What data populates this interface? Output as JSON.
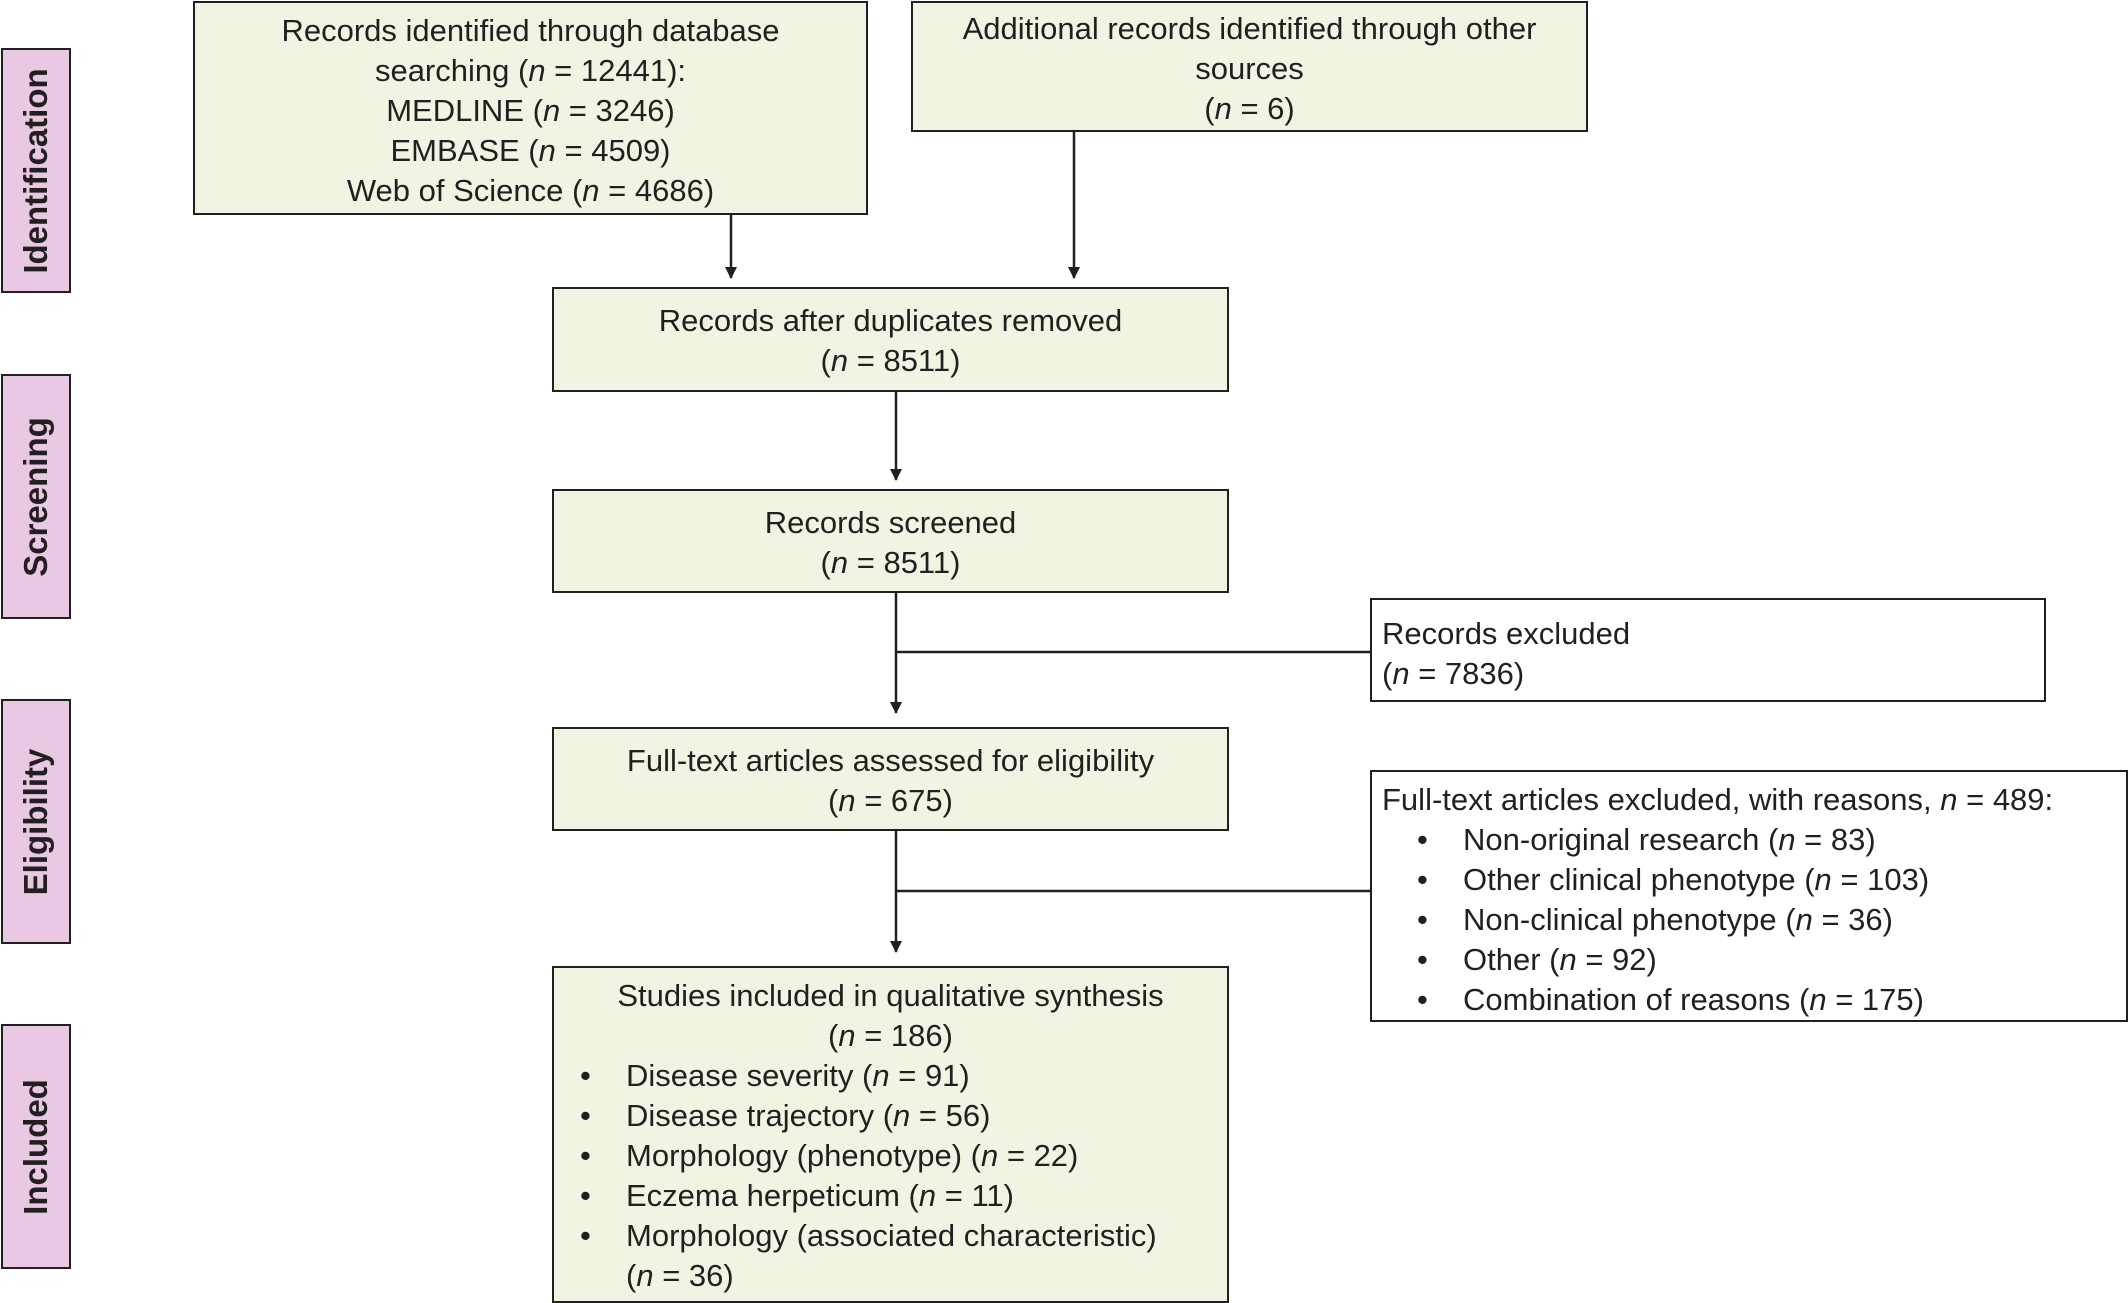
{
  "stages": {
    "identification": "Identification",
    "screening": "Screening",
    "eligibility": "Eligibility",
    "included": "Included"
  },
  "boxes": {
    "database": {
      "line1": "Records identified through database",
      "line2": "searching (",
      "line2_n": "n",
      "line2_rest": " = 12441):",
      "sources": [
        {
          "name": "MEDLINE (",
          "n": "n",
          "rest": " = 3246)"
        },
        {
          "name": "EMBASE (",
          "n": "n",
          "rest": " = 4509)"
        },
        {
          "name": "Web of Science (",
          "n": "n",
          "rest": " = 4686)"
        }
      ]
    },
    "other_sources": {
      "line1": "Additional records identified through other",
      "line2": "sources",
      "count_prefix": "(",
      "count_n": "n",
      "count_rest": " = 6)"
    },
    "duplicates_removed": {
      "title": "Records after duplicates removed",
      "count_prefix": "(",
      "count_n": "n",
      "count_rest": " = 8511)"
    },
    "screened": {
      "title": "Records screened",
      "count_prefix": "(",
      "count_n": "n",
      "count_rest": " = 8511)"
    },
    "excluded": {
      "title": "Records excluded",
      "count_prefix": "(",
      "count_n": "n",
      "count_rest": " = 7836)"
    },
    "fulltext": {
      "title": "Full-text articles assessed for eligibility",
      "count_prefix": "(",
      "count_n": "n",
      "count_rest": " = 675)"
    },
    "fulltext_excluded": {
      "title": "Full-text articles excluded, with reasons, ",
      "title_n": "n",
      "title_rest": " = 489:",
      "reasons": [
        {
          "label": "Non-original research (",
          "n": "n",
          "rest": " = 83)"
        },
        {
          "label": "Other clinical phenotype (",
          "n": "n",
          "rest": " = 103)"
        },
        {
          "label": "Non-clinical phenotype (",
          "n": "n",
          "rest": " = 36)"
        },
        {
          "label": "Other (",
          "n": "n",
          "rest": " = 92)"
        },
        {
          "label": "Combination of reasons (",
          "n": "n",
          "rest": " = 175)"
        }
      ]
    },
    "included": {
      "title": "Studies included in qualitative synthesis",
      "count_prefix": "(",
      "count_n": "n",
      "count_rest": " = 186)",
      "items": [
        {
          "label": "Disease severity (",
          "n": "n",
          "rest": " = 91)"
        },
        {
          "label": "Disease trajectory (",
          "n": "n",
          "rest": " = 56)"
        },
        {
          "label": "Morphology (phenotype) (",
          "n": "n",
          "rest": " = 22)"
        },
        {
          "label": "Eczema herpeticum (",
          "n": "n",
          "rest": " = 11)"
        },
        {
          "label": "Morphology (associated characteristic)",
          "n": "",
          "rest": ""
        }
      ],
      "last_item_cont_prefix": "(",
      "last_item_cont_n": "n",
      "last_item_cont_rest": " = 36)"
    }
  },
  "colors": {
    "box_fill": "#f2f4e3",
    "stage_fill": "#e9c8e3",
    "stroke": "#231f20"
  }
}
